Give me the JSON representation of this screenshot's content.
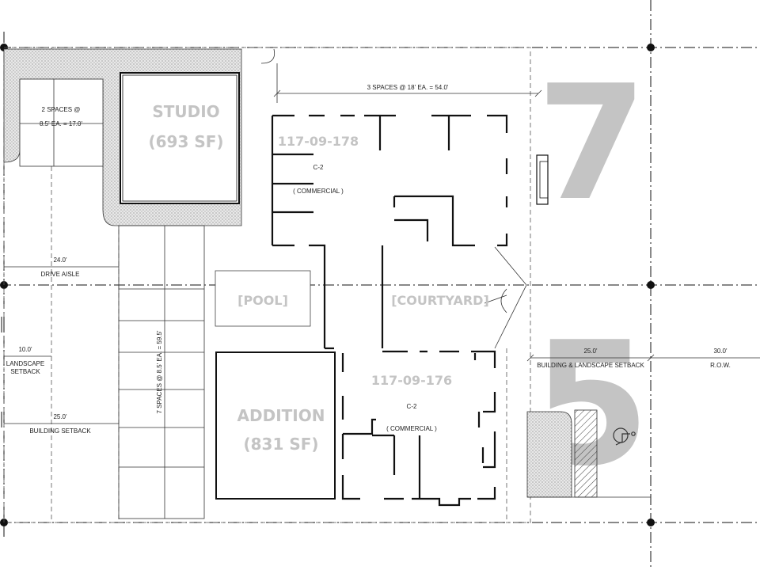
{
  "grid_markers": [
    "7",
    "5"
  ],
  "dimensions": {
    "parking_top_spaces": "2 SPACES @",
    "parking_top_each": "8.5' EA. = 17.0'",
    "top_spaces": "3 SPACES @ 18' EA. = 54.0'",
    "drive_aisle_width": "24.0'",
    "drive_aisle_label": "DRIVE AISLE",
    "left_spaces": "7 SPACES @ 8.5' EA. = 59.5'",
    "landscape_setback_value": "10.0'",
    "landscape_setback_label_1": "LANDSCAPE",
    "landscape_setback_label_2": "SETBACK",
    "building_setback_value": "25.0'",
    "building_setback_label": "BUILDING SETBACK",
    "bl_setback_value": "25.0'",
    "bl_setback_label": "BUILDING & LANDSCAPE SETBACK",
    "row_value": "30.0'",
    "row_label": "R.O.W."
  },
  "rooms": {
    "studio_name": "STUDIO",
    "studio_area": "(693 SF)",
    "pool": "[POOL]",
    "courtyard": "[COURTYARD]",
    "addition_name": "ADDITION",
    "addition_area": "(831 SF)"
  },
  "parcels": [
    {
      "id": "117-09-178",
      "zone": "C-2",
      "use": "( COMMERCIAL )"
    },
    {
      "id": "117-09-176",
      "zone": "C-2",
      "use": "( COMMERCIAL )"
    }
  ],
  "icons": [
    "accessible-parking-icon"
  ]
}
